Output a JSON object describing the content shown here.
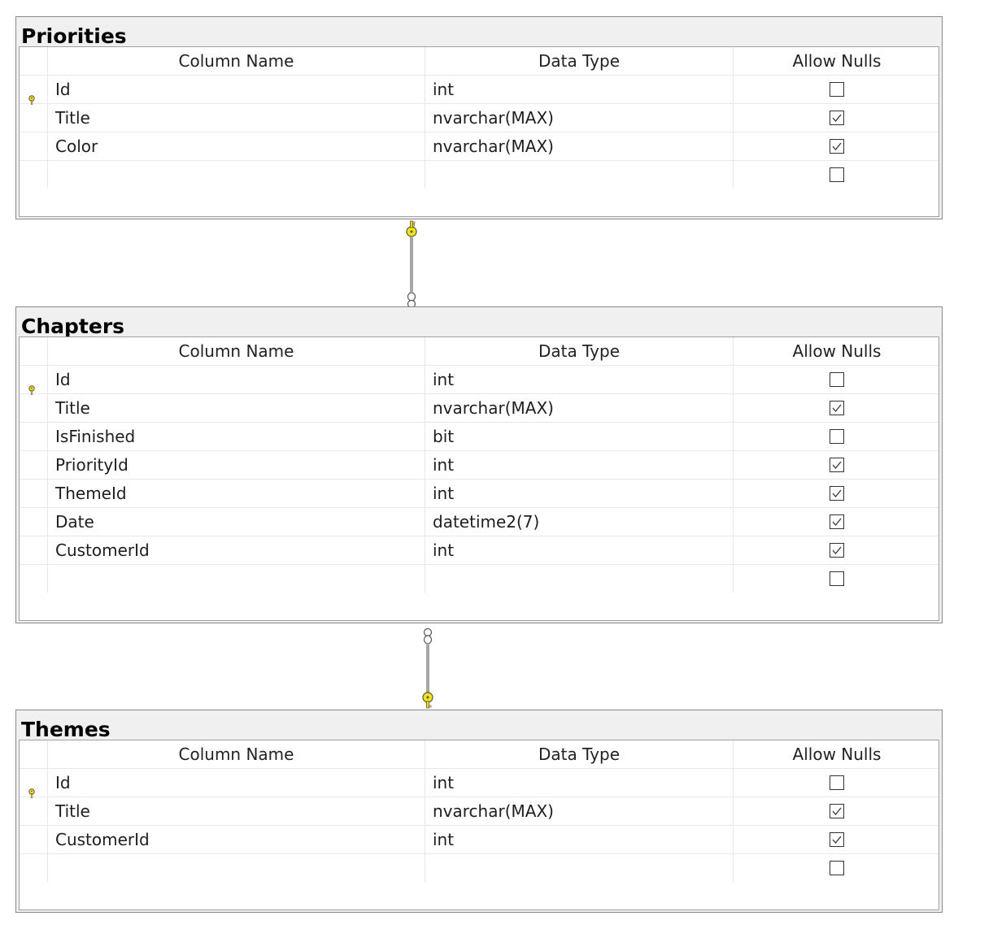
{
  "headers": {
    "name": "Column Name",
    "type": "Data Type",
    "nulls": "Allow Nulls"
  },
  "tables": [
    {
      "title": "Priorities",
      "rows": [
        {
          "name": "Id",
          "type": "int",
          "nulls": false,
          "pk": true
        },
        {
          "name": "Title",
          "type": "nvarchar(MAX)",
          "nulls": true,
          "pk": false
        },
        {
          "name": "Color",
          "type": "nvarchar(MAX)",
          "nulls": true,
          "pk": false
        },
        {
          "name": "",
          "type": "",
          "nulls": false,
          "pk": false
        }
      ]
    },
    {
      "title": "Chapters",
      "rows": [
        {
          "name": "Id",
          "type": "int",
          "nulls": false,
          "pk": true
        },
        {
          "name": "Title",
          "type": "nvarchar(MAX)",
          "nulls": true,
          "pk": false
        },
        {
          "name": "IsFinished",
          "type": "bit",
          "nulls": false,
          "pk": false
        },
        {
          "name": "PriorityId",
          "type": "int",
          "nulls": true,
          "pk": false
        },
        {
          "name": "ThemeId",
          "type": "int",
          "nulls": true,
          "pk": false
        },
        {
          "name": "Date",
          "type": "datetime2(7)",
          "nulls": true,
          "pk": false
        },
        {
          "name": "CustomerId",
          "type": "int",
          "nulls": true,
          "pk": false
        },
        {
          "name": "",
          "type": "",
          "nulls": false,
          "pk": false
        }
      ]
    },
    {
      "title": "Themes",
      "rows": [
        {
          "name": "Id",
          "type": "int",
          "nulls": false,
          "pk": true
        },
        {
          "name": "Title",
          "type": "nvarchar(MAX)",
          "nulls": true,
          "pk": false
        },
        {
          "name": "CustomerId",
          "type": "int",
          "nulls": true,
          "pk": false
        },
        {
          "name": "",
          "type": "",
          "nulls": false,
          "pk": false
        }
      ]
    }
  ],
  "relationships": [
    {
      "from": "Priorities",
      "to": "Chapters",
      "one_end": "Priorities",
      "many_end": "Chapters"
    },
    {
      "from": "Themes",
      "to": "Chapters",
      "one_end": "Themes",
      "many_end": "Chapters"
    }
  ],
  "colors": {
    "key": "#f5e600",
    "key_outline": "#555555"
  }
}
